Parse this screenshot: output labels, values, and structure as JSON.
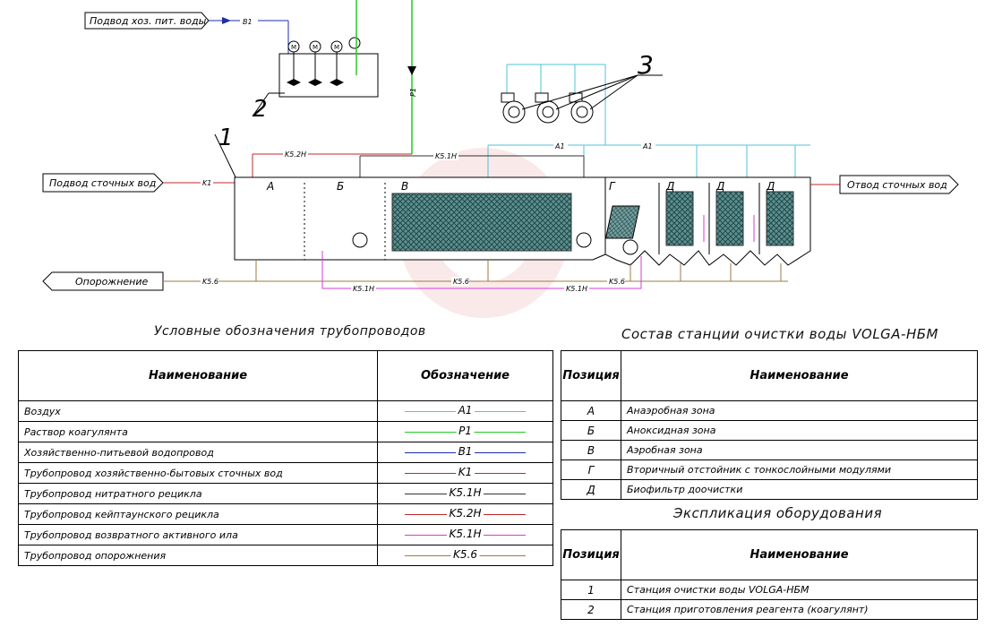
{
  "diagram": {
    "io_labels": {
      "water_in": "Подвод хоз. пит. воды",
      "waste_in": "Подвод сточных вод",
      "waste_out": "Отвод сточных вод",
      "drain": "Опорожнение"
    },
    "line_tags": {
      "V1": "B1",
      "P1": "P1",
      "K1": "K1",
      "K52": "K5.2H",
      "K51": "K5.1H",
      "A1": "A1",
      "K56": "K5.6",
      "K51b": "K5.1H"
    },
    "zones": {
      "A": "A",
      "B": "Б",
      "V": "В",
      "G": "Г",
      "D": "Д"
    },
    "callouts": {
      "c1": "1",
      "c2": "2",
      "c3": "3"
    },
    "colors": {
      "air": "#4fc3d8",
      "coagulant": "#22cc22",
      "potable": "#1c2ea8",
      "sewage": "#c0282a",
      "nitrate": "#333333",
      "keytown": "#c0282a",
      "ras": "#d63bd6",
      "drain": "#a07a40",
      "media": "#2a6e6e"
    }
  },
  "legend_table": {
    "title": "Условные обозначения трубопроводов",
    "header": {
      "name": "Наименование",
      "code": "Обозначение"
    },
    "rows": [
      {
        "name": "Воздух",
        "code": "A1",
        "color": "#4fc3d8"
      },
      {
        "name": "Раствор коагулянта",
        "code": "P1",
        "color": "#22cc22"
      },
      {
        "name": "Хозяйственно-питьевой водопровод",
        "code": "B1",
        "color": "#1c2ea8"
      },
      {
        "name": "Трубопровод хозяйственно-бытовых сточных вод",
        "code": "K1",
        "color": "#c0282a"
      },
      {
        "name": "Трубопровод нитратного рецикла",
        "code": "K5.1H",
        "color": "#333333"
      },
      {
        "name": "Трубопровод кейптаунского рецикла",
        "code": "K5.2H",
        "color": "#c0282a"
      },
      {
        "name": "Трубопровод возвратного активного ила",
        "code": "K5.1H",
        "color": "#d63bd6"
      },
      {
        "name": "Трубопровод опорожнения",
        "code": "K5.6",
        "color": "#a07a40"
      }
    ]
  },
  "station_table": {
    "title": "Состав станции очистки воды VOLGA-НБМ",
    "header": {
      "pos": "Позиция",
      "name": "Наименование"
    },
    "rows": [
      {
        "pos": "A",
        "name": "Анаэробная зона"
      },
      {
        "pos": "Б",
        "name": "Аноксидная зона"
      },
      {
        "pos": "B",
        "name": "Аэробная зона"
      },
      {
        "pos": "Г",
        "name": "Вторичный отстойник с тонкослойными модулями"
      },
      {
        "pos": "Д",
        "name": "Биофильтр доочистки"
      }
    ]
  },
  "equipment_table": {
    "title": "Экспликация оборудования",
    "header": {
      "pos": "Позиция",
      "name": "Наименование"
    },
    "rows": [
      {
        "pos": "1",
        "name": "Станция очистки воды VOLGA-НБМ"
      },
      {
        "pos": "2",
        "name": "Станция приготовления реагента (коагулянт)"
      }
    ]
  }
}
